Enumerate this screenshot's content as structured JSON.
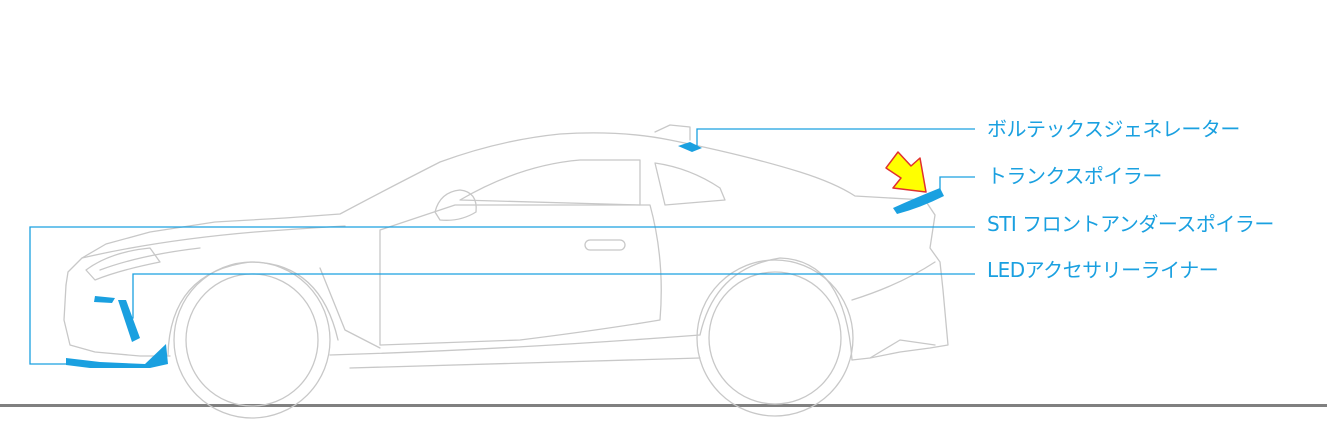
{
  "colors": {
    "accent": "#1aa0e0",
    "outline": "#c8c8c8",
    "ground": "#808080",
    "arrow_fill": "#ffff00",
    "arrow_stroke": "#e03030"
  },
  "callouts": [
    {
      "label": "ボルテックスジェネレーター"
    },
    {
      "label": "トランクスポイラー"
    },
    {
      "label": "STI フロントアンダースポイラー"
    },
    {
      "label": "LEDアクセサリーライナー"
    }
  ],
  "highlight_arrow": {
    "icon": "arrow-down-right-icon"
  }
}
